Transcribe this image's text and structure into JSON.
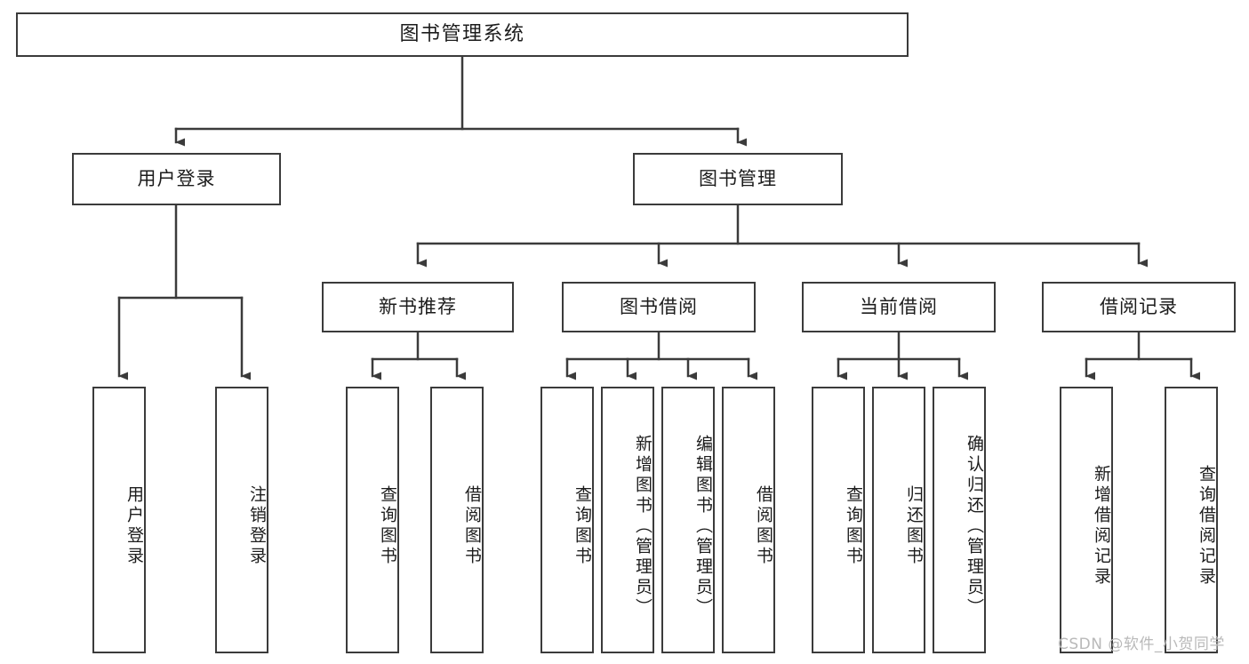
{
  "diagram": {
    "type": "tree",
    "orientation": "top-down",
    "title_node": {
      "label": "图书管理系统"
    },
    "level2": [
      {
        "id": "user-login",
        "label": "用户登录"
      },
      {
        "id": "book-manage",
        "label": "图书管理"
      }
    ],
    "level3": [
      {
        "id": "new-book-recommend",
        "label": "新书推荐"
      },
      {
        "id": "book-borrow",
        "label": "图书借阅"
      },
      {
        "id": "current-borrow",
        "label": "当前借阅"
      },
      {
        "id": "borrow-record",
        "label": "借阅记录"
      }
    ],
    "leaves": {
      "user_login": [
        {
          "id": "leaf-user-login",
          "label": "用户登录"
        },
        {
          "id": "leaf-user-logout",
          "label": "注销登录"
        }
      ],
      "new_book_recommend": [
        {
          "id": "leaf-query-book-1",
          "label": "查询图书"
        },
        {
          "id": "leaf-borrow-book-1",
          "label": "借阅图书"
        }
      ],
      "book_borrow": [
        {
          "id": "leaf-query-book-2",
          "label": "查询图书"
        },
        {
          "id": "leaf-add-book",
          "label": "新增图书（管理员）"
        },
        {
          "id": "leaf-edit-book",
          "label": "编辑图书（管理员）"
        },
        {
          "id": "leaf-borrow-book-2",
          "label": "借阅图书"
        }
      ],
      "current_borrow": [
        {
          "id": "leaf-query-book-3",
          "label": "查询图书"
        },
        {
          "id": "leaf-return-book",
          "label": "归还图书"
        },
        {
          "id": "leaf-confirm-return",
          "label": "确认归还（管理员）"
        }
      ],
      "borrow_record": [
        {
          "id": "leaf-add-record",
          "label": "新增借阅记录"
        },
        {
          "id": "leaf-query-record",
          "label": "查询借阅记录"
        }
      ]
    }
  },
  "watermark": {
    "text": "CSDN @软件_小贺同学"
  },
  "colors": {
    "box_border": "#3b3b3b",
    "box_fill": "#ffffff",
    "line": "#3b3b3b",
    "text": "#1c1c1c",
    "watermark": "#b9b9b9",
    "canvas": "#ffffff"
  }
}
